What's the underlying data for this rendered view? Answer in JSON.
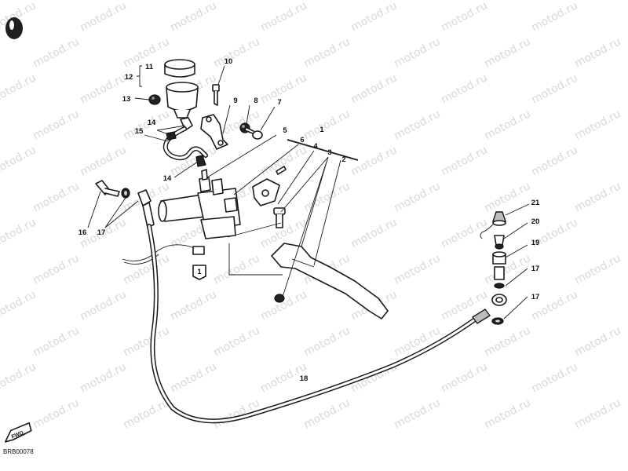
{
  "watermark": "motod.ru",
  "drawing_code": "BRB00078",
  "fwd_label": "FWD",
  "note_marker": "1",
  "callouts": {
    "c1": "1",
    "c2": "2",
    "c3": "3",
    "c4": "4",
    "c5": "5",
    "c6": "6",
    "c7": "7",
    "c8": "8",
    "c9": "9",
    "c10": "10",
    "c11": "11",
    "c12": "12",
    "c13": "13",
    "c14a": "14",
    "c14b": "14",
    "c15": "15",
    "c16": "16",
    "c17a": "17",
    "c17b": "17",
    "c17c": "17",
    "c18": "18",
    "c19": "19",
    "c20": "20",
    "c21": "21"
  }
}
